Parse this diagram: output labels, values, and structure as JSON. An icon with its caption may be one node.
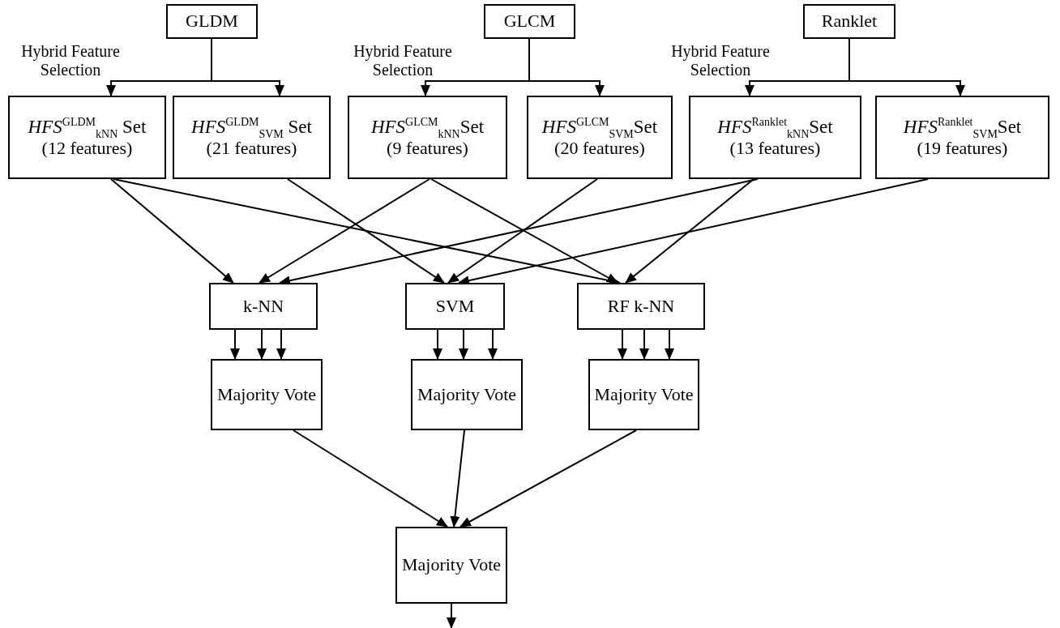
{
  "diagram": {
    "nodes": [
      {
        "text": [
          "GLDM"
        ]
      },
      {
        "text": [
          "GLCM"
        ]
      },
      {
        "text": [
          "Ranklet"
        ]
      },
      {
        "text": [
          "*HFS*$^{GLDM}$$_{kNN}$ Set",
          "(12 features)"
        ]
      },
      {
        "text": [
          "*HFS*$^{GLDM}$$_{SVM}$ Set",
          "(21 features)"
        ]
      },
      {
        "text": [
          "*HFS*$^{GLCM}$$_{kNN}$Set",
          "(9 features)"
        ]
      },
      {
        "text": [
          "*HFS*$^{GLCM}$$_{SVM}$Set",
          "(20 features)"
        ]
      },
      {
        "text": [
          "*HFS*$^{Ranklet}$$_{kNN}$Set",
          "(13 features)"
        ]
      },
      {
        "text": [
          "*HFS*$^{Ranklet}$$_{SVM}$Set",
          "(19 features)"
        ]
      },
      {
        "text": [
          "k-NN"
        ]
      },
      {
        "text": [
          "SVM"
        ]
      },
      {
        "text": [
          "RF k-NN"
        ]
      },
      {
        "text": [
          "Majority Vote"
        ]
      },
      {
        "text": [
          "Majority Vote"
        ]
      },
      {
        "text": [
          "Majority Vote"
        ]
      },
      {
        "text": [
          "Majority Vote"
        ]
      }
    ],
    "edges": [
      {
        "from": 0,
        "to": 3,
        "arrow": "to"
      },
      {
        "from": 0,
        "to": 4,
        "arrow": "to"
      },
      {
        "from": 1,
        "to": 5,
        "arrow": "to"
      },
      {
        "from": 1,
        "to": 6,
        "arrow": "to"
      },
      {
        "from": 2,
        "to": 7,
        "arrow": "to"
      },
      {
        "from": 2,
        "to": 8,
        "arrow": "to"
      },
      {
        "from": 3,
        "to": 9,
        "arrow": "to"
      },
      {
        "from": 3,
        "to": 11,
        "arrow": "to"
      },
      {
        "from": 4,
        "to": 10,
        "arrow": "to"
      },
      {
        "from": 5,
        "to": 9,
        "arrow": "to"
      },
      {
        "from": 5,
        "to": 11,
        "arrow": "to"
      },
      {
        "from": 6,
        "to": 10,
        "arrow": "to"
      },
      {
        "from": 7,
        "to": 9,
        "arrow": "to"
      },
      {
        "from": 7,
        "to": 11,
        "arrow": "to"
      },
      {
        "from": 8,
        "to": 10,
        "arrow": "to"
      },
      {
        "from": 9,
        "to": 12,
        "arrow": "to"
      },
      {
        "from": 9,
        "to": 12,
        "arrow": "to"
      },
      {
        "from": 9,
        "to": 12,
        "arrow": "to"
      },
      {
        "from": 10,
        "to": 13,
        "arrow": "to"
      },
      {
        "from": 10,
        "to": 13,
        "arrow": "to"
      },
      {
        "from": 10,
        "to": 13,
        "arrow": "to"
      },
      {
        "from": 11,
        "to": 14,
        "arrow": "to"
      },
      {
        "from": 11,
        "to": 14,
        "arrow": "to"
      },
      {
        "from": 11,
        "to": 14,
        "arrow": "to"
      },
      {
        "from": 12,
        "to": 15,
        "arrow": "to"
      },
      {
        "from": 13,
        "to": 15,
        "arrow": "to"
      },
      {
        "from": 14,
        "to": 15,
        "arrow": "to"
      },
      {
        "from": 15,
        "to": null,
        "arrow": "to"
      }
    ],
    "labels": [
      "Hybrid Feature Selection",
      "Hybrid Feature Selection",
      "Hybrid Feature Selection"
    ]
  }
}
